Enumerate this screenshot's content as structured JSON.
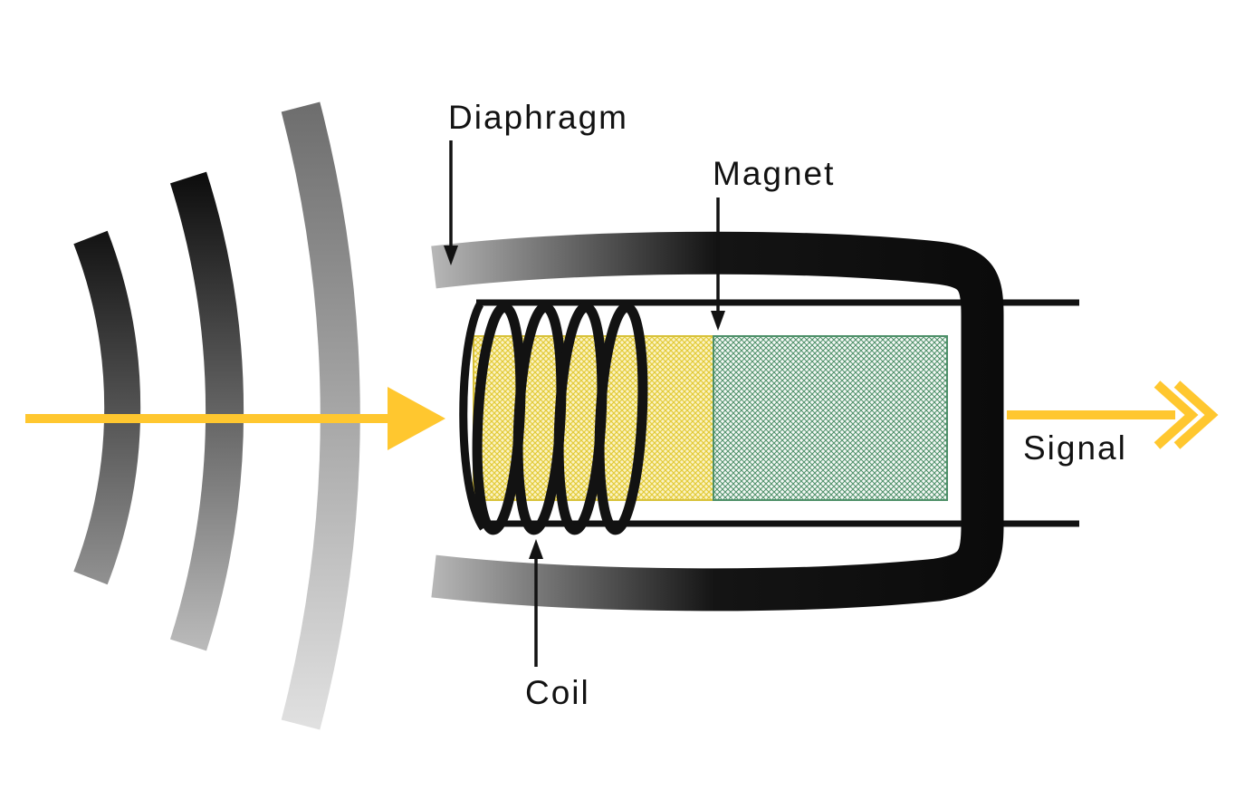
{
  "diagram": {
    "title": "dynamic-microphone-diagram",
    "labels": {
      "diaphragm": "Diaphragm",
      "magnet": "Magnet",
      "coil": "Coil",
      "signal": "Signal"
    },
    "colors": {
      "ink": "#121212",
      "arrow_yellow": "#FFC72F",
      "magnet_yellow_hatch": "#E3CB39",
      "magnet_yellow_bg": "#FBF3C4",
      "magnet_yellow_border": "#D8C23A",
      "magnet_green_hatch": "#4E9069",
      "magnet_green_bg": "#F4F8F5",
      "magnet_green_border": "#4E9069"
    }
  }
}
